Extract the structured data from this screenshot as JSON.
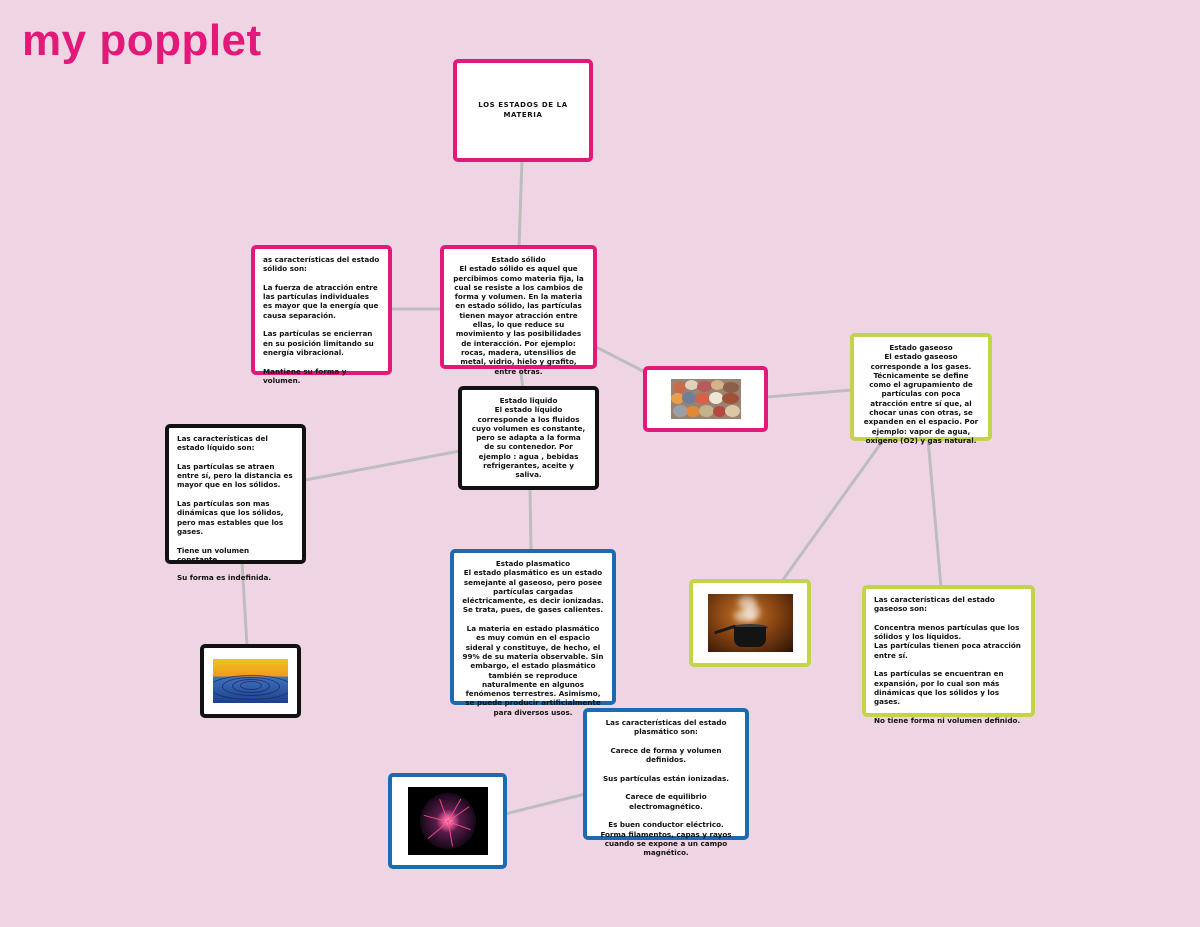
{
  "logo": "my popplet",
  "colors": {
    "background": "#efd5e3",
    "pink": "#e3197a",
    "black": "#111111",
    "green": "#c2d44a",
    "blue": "#1d6ab1",
    "connector": "#bdbdbd"
  },
  "popples": {
    "title": "LOS ESTADOS DE LA MATERIA",
    "solid": "Estado sólido\nEl estado sólido es aquel que percibimos como materia fija, la cual se resiste a los cambios de forma y volumen. En la materia en estado sólido, las partículas tienen mayor atracción entre ellas, lo que reduce su movimiento y las posibilidades de interacción. Por ejemplo: rocas, madera, utensilios de metal, vidrio, hielo y grafito, entre otras.",
    "solid_chars": "as características del estado sólido son:\n\nLa fuerza de atracción entre las partículas individuales es mayor que la energía que causa separación.\n\nLas partículas se encierran en su posición limitando su energía vibracional.\n\nMantiene su forma y volumen.",
    "solid_image": "stones-image",
    "liquid": "Estado liquido\nEl estado líquido corresponde a los fluidos cuyo volumen es constante, pero se adapta a la forma de su contenedor. Por ejemplo : agua , bebidas refrigerantes, aceite y saliva.",
    "liquid_chars": "Las características del estado líquido son:\n\nLas partículas se atraen entre sí, pero la distancia es mayor que en los sólidos.\n\nLas partículas son mas dinámicas que los sólidos, pero mas estables que los gases.\n\nTiene un volumen constante.\n\nSu forma es indefinida.",
    "liquid_image": "water-drop-image",
    "gas": "Estado gaseoso\nEl estado gaseoso corresponde a los gases. Técnicamente se define como el agrupamiento de partículas con poca atracción entre sí que, al chocar unas con otras, se expanden en el espacio. Por ejemplo: vapor de agua, oxígeno (O2) y gas natural.",
    "gas_chars": "Las características del estado gaseoso son:\n\nConcentra menos partículas que los sólidos y los líquidos.\nLas partículas tienen poca atracción entre sí.\n\nLas partículas se encuentran en expansión, por lo cual son más dinámicas que los sólidos y los gases.\n\nNo tiene forma ni volumen definido.",
    "gas_image": "steaming-pot-image",
    "plasma": "Estado plasmatico\nEl estado plasmático es un estado semejante al gaseoso, pero posee partículas cargadas eléctricamente, es decir ionizadas. Se trata, pues, de gases calientes.\n\nLa materia en estado plasmático es muy común en el espacio sideral y constituye, de hecho, el 99% de su materia observable. Sin embargo, el estado plasmático también se reproduce naturalmente en algunos fenómenos terrestres. Asimismo, se puede producir artificialmente para diversos usos.",
    "plasma_chars": "Las características del estado plasmático son:\n\nCarece de forma y volumen definidos.\n\nSus partículas están ionizadas.\n\nCarece de equilibrio electromagnético.\n\nEs buen conductor eléctrico. Forma filamentos, capas y rayos cuando se expone a un campo magnético.",
    "plasma_image": "plasma-ball-image"
  }
}
